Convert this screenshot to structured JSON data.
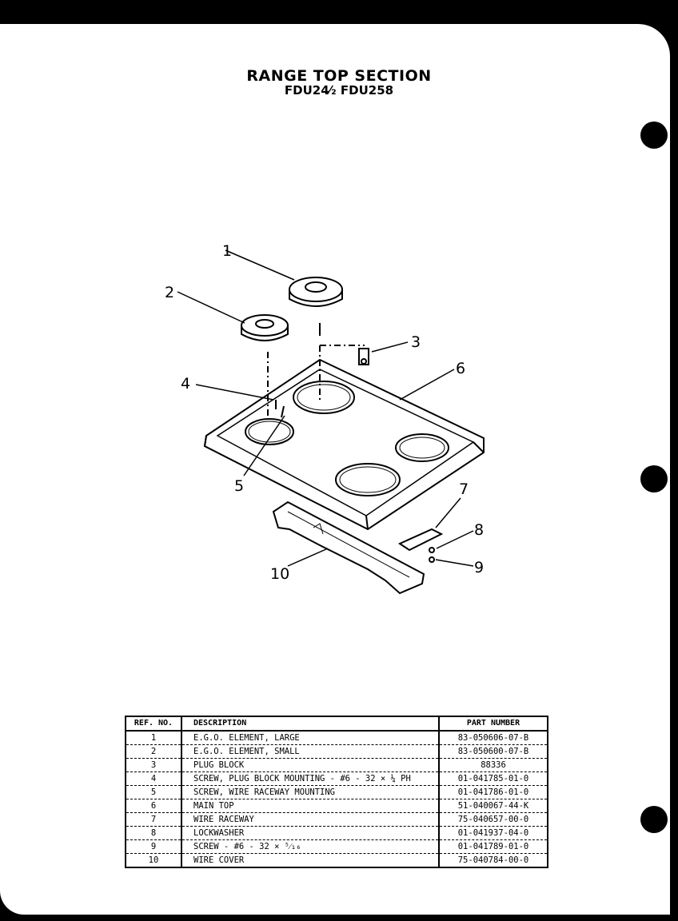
{
  "header": {
    "title": "RANGE TOP SECTION",
    "subtitle": "FDU24⁄₂ FDU258"
  },
  "callouts": [
    "1",
    "2",
    "3",
    "4",
    "5",
    "6",
    "7",
    "8",
    "9",
    "10"
  ],
  "parts_table": {
    "columns": [
      "REF. NO.",
      "DESCRIPTION",
      "PART NUMBER"
    ],
    "rows": [
      {
        "ref": "1",
        "desc": "E.G.O. ELEMENT, LARGE",
        "part": "83-050606-07-B"
      },
      {
        "ref": "2",
        "desc": "E.G.O. ELEMENT, SMALL",
        "part": "83-050600-07-B"
      },
      {
        "ref": "3",
        "desc": "PLUG BLOCK",
        "part": "88336"
      },
      {
        "ref": "4",
        "desc": "SCREW, PLUG BLOCK MOUNTING - #6 - 32 × ¼ PH",
        "part": "01-041785-01-0"
      },
      {
        "ref": "5",
        "desc": "SCREW, WIRE RACEWAY MOUNTING",
        "part": "01-041786-01-0"
      },
      {
        "ref": "6",
        "desc": "MAIN TOP",
        "part": "51-040067-44-K"
      },
      {
        "ref": "7",
        "desc": "WIRE RACEWAY",
        "part": "75-040657-00-0"
      },
      {
        "ref": "8",
        "desc": "LOCKWASHER",
        "part": "01-041937-04-0"
      },
      {
        "ref": "9",
        "desc": "SCREW - #6 - 32 × ⁵⁄₁₆",
        "part": "01-041789-01-0"
      },
      {
        "ref": "10",
        "desc": "WIRE COVER",
        "part": "75-040784-00-0"
      }
    ]
  }
}
